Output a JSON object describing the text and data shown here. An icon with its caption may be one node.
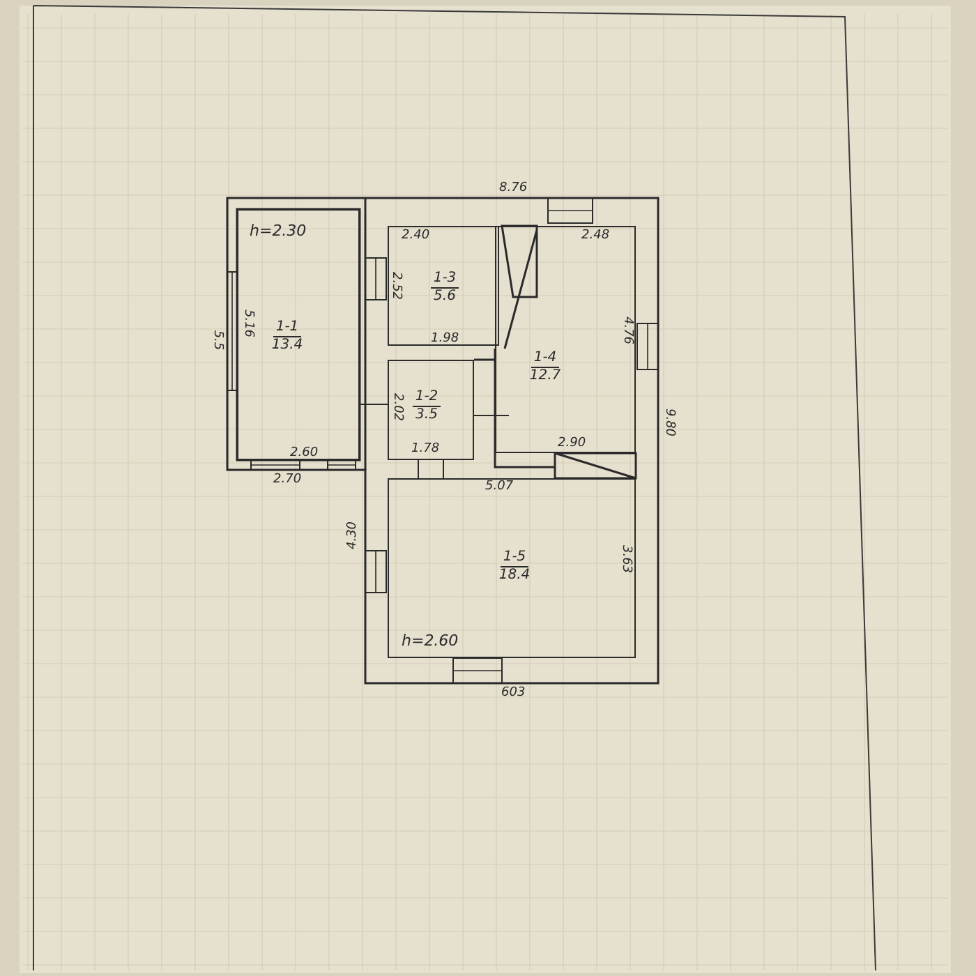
{
  "diagram": {
    "nodes": [
      {
        "text": [
          "h=2.30",
          "1-1",
          "13.4"
        ]
      },
      {
        "text": [
          "1-3",
          "5.6"
        ]
      },
      {
        "text": [
          "1-2",
          "3.5"
        ]
      },
      {
        "text": [
          "1-4",
          "12.7"
        ]
      },
      {
        "text": [
          "1-5",
          "18.4",
          "h=2.60"
        ]
      }
    ],
    "labels": [
      "8.76",
      "2.40",
      "2.48",
      "2.52",
      "5.5",
      "5.16",
      "1.98",
      "4.76",
      "2.02",
      "9.80",
      "2.90",
      "1.78",
      "2.60",
      "2.70",
      "5.07",
      "4.30",
      "3.63",
      "603"
    ]
  }
}
